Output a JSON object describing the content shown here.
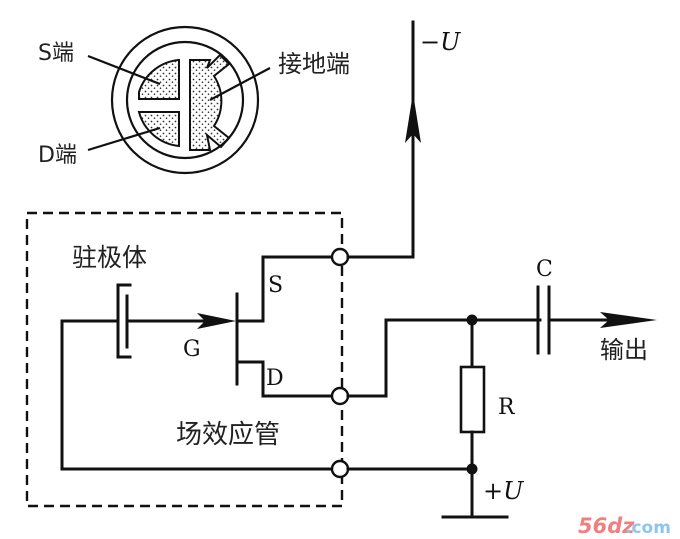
{
  "diagram": {
    "title": "驻极体话筒内部结构与电路",
    "top_view": {
      "labels": {
        "source_terminal": "S端",
        "drain_terminal": "D端",
        "ground_terminal": "接地端"
      }
    },
    "circuit": {
      "electret_label": "驻极体",
      "fet_label": "场效应管",
      "gate_label": "G",
      "source_label": "S",
      "drain_label": "D",
      "neg_supply_label": "−U",
      "pos_supply_label": "+U",
      "capacitor_label": "C",
      "resistor_label": "R",
      "output_label": "输出"
    },
    "watermark": {
      "part1": "56dz",
      "part2": ".com"
    }
  }
}
